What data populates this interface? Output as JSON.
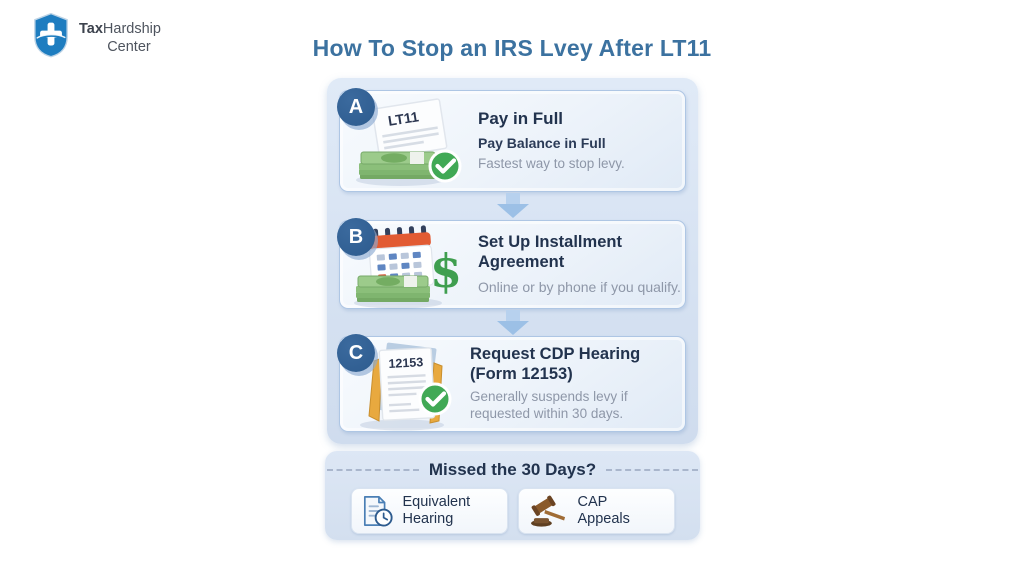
{
  "brand": {
    "name_bold": "Tax",
    "name_rest": "Hardship",
    "name_line2": "Center",
    "icon": "shield-plus-icon"
  },
  "title": "How To Stop an IRS Lvey After LT11",
  "flow": {
    "steps": [
      {
        "badge": "A",
        "title": "Pay in Full",
        "subtitle": "Pay Balance in Full",
        "description": "Fastest way to stop levy.",
        "illustration": "lt11-notice-cash-check-icon",
        "illustration_label": "LT11"
      },
      {
        "badge": "B",
        "title": "Set Up Installment Agreement",
        "description": "Online or by phone if you qualify.",
        "illustration": "calendar-dollar-cash-icon"
      },
      {
        "badge": "C",
        "title": "Request CDP Hearing",
        "title_line2": "(Form 12153)",
        "description": "Generally suspends levy if requested within 30 days.",
        "illustration": "form-12153-check-icon",
        "illustration_label": "12153"
      }
    ]
  },
  "missed": {
    "title": "Missed the 30 Days?",
    "options": [
      {
        "line1": "Equivalent",
        "line2": "Hearing",
        "icon": "document-clock-icon"
      },
      {
        "line1": "CAP",
        "line2": "Appeals",
        "icon": "gavel-icon"
      }
    ]
  },
  "colors": {
    "title-blue": "#3c72a0",
    "badge-navy": "#2d5b8e",
    "panel-blue": "#d7e2f2",
    "box-border": "#aec6e4",
    "arrow-blue": "#a9c8ea",
    "navy-text": "#22334e",
    "gray-text": "#8e97a8",
    "check-green": "#41a955",
    "money-green": "#9ccb8b",
    "calendar-red": "#e25b33",
    "gavel-brown": "#8a5a2b",
    "logo-blue": "#1e7dc0"
  }
}
